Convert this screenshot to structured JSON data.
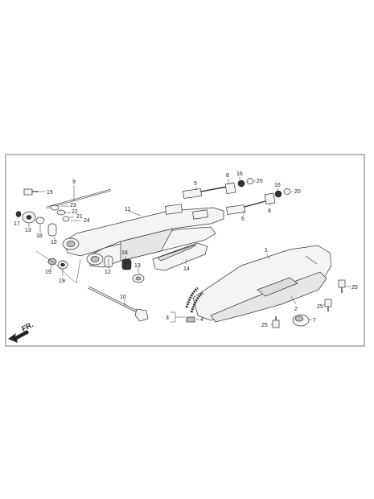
{
  "diagram": {
    "direction_label": "FR.",
    "callouts": {
      "c1": "1",
      "c2": "2",
      "c3": "3",
      "c4": "4",
      "c5": "5",
      "c6": "6",
      "c7": "7",
      "c8a": "8",
      "c8b": "8",
      "c9": "9",
      "c10": "10",
      "c11": "11",
      "c12a": "12",
      "c12b": "12",
      "c13a": "13",
      "c13b": "13",
      "c14": "14",
      "c15": "15",
      "c16a": "16",
      "c16b": "16",
      "c17": "17",
      "c18a": "18",
      "c18b": "18",
      "c19a": "19",
      "c19b": "19",
      "c20a": "20",
      "c20b": "20",
      "c21": "21",
      "c22": "22",
      "c23": "23",
      "c24": "24",
      "c25a": "25",
      "c25b": "25",
      "c25c": "25"
    }
  },
  "colors": {
    "line": "#333333",
    "fill": "#f4f4f4",
    "shade": "#bdbdbd"
  }
}
